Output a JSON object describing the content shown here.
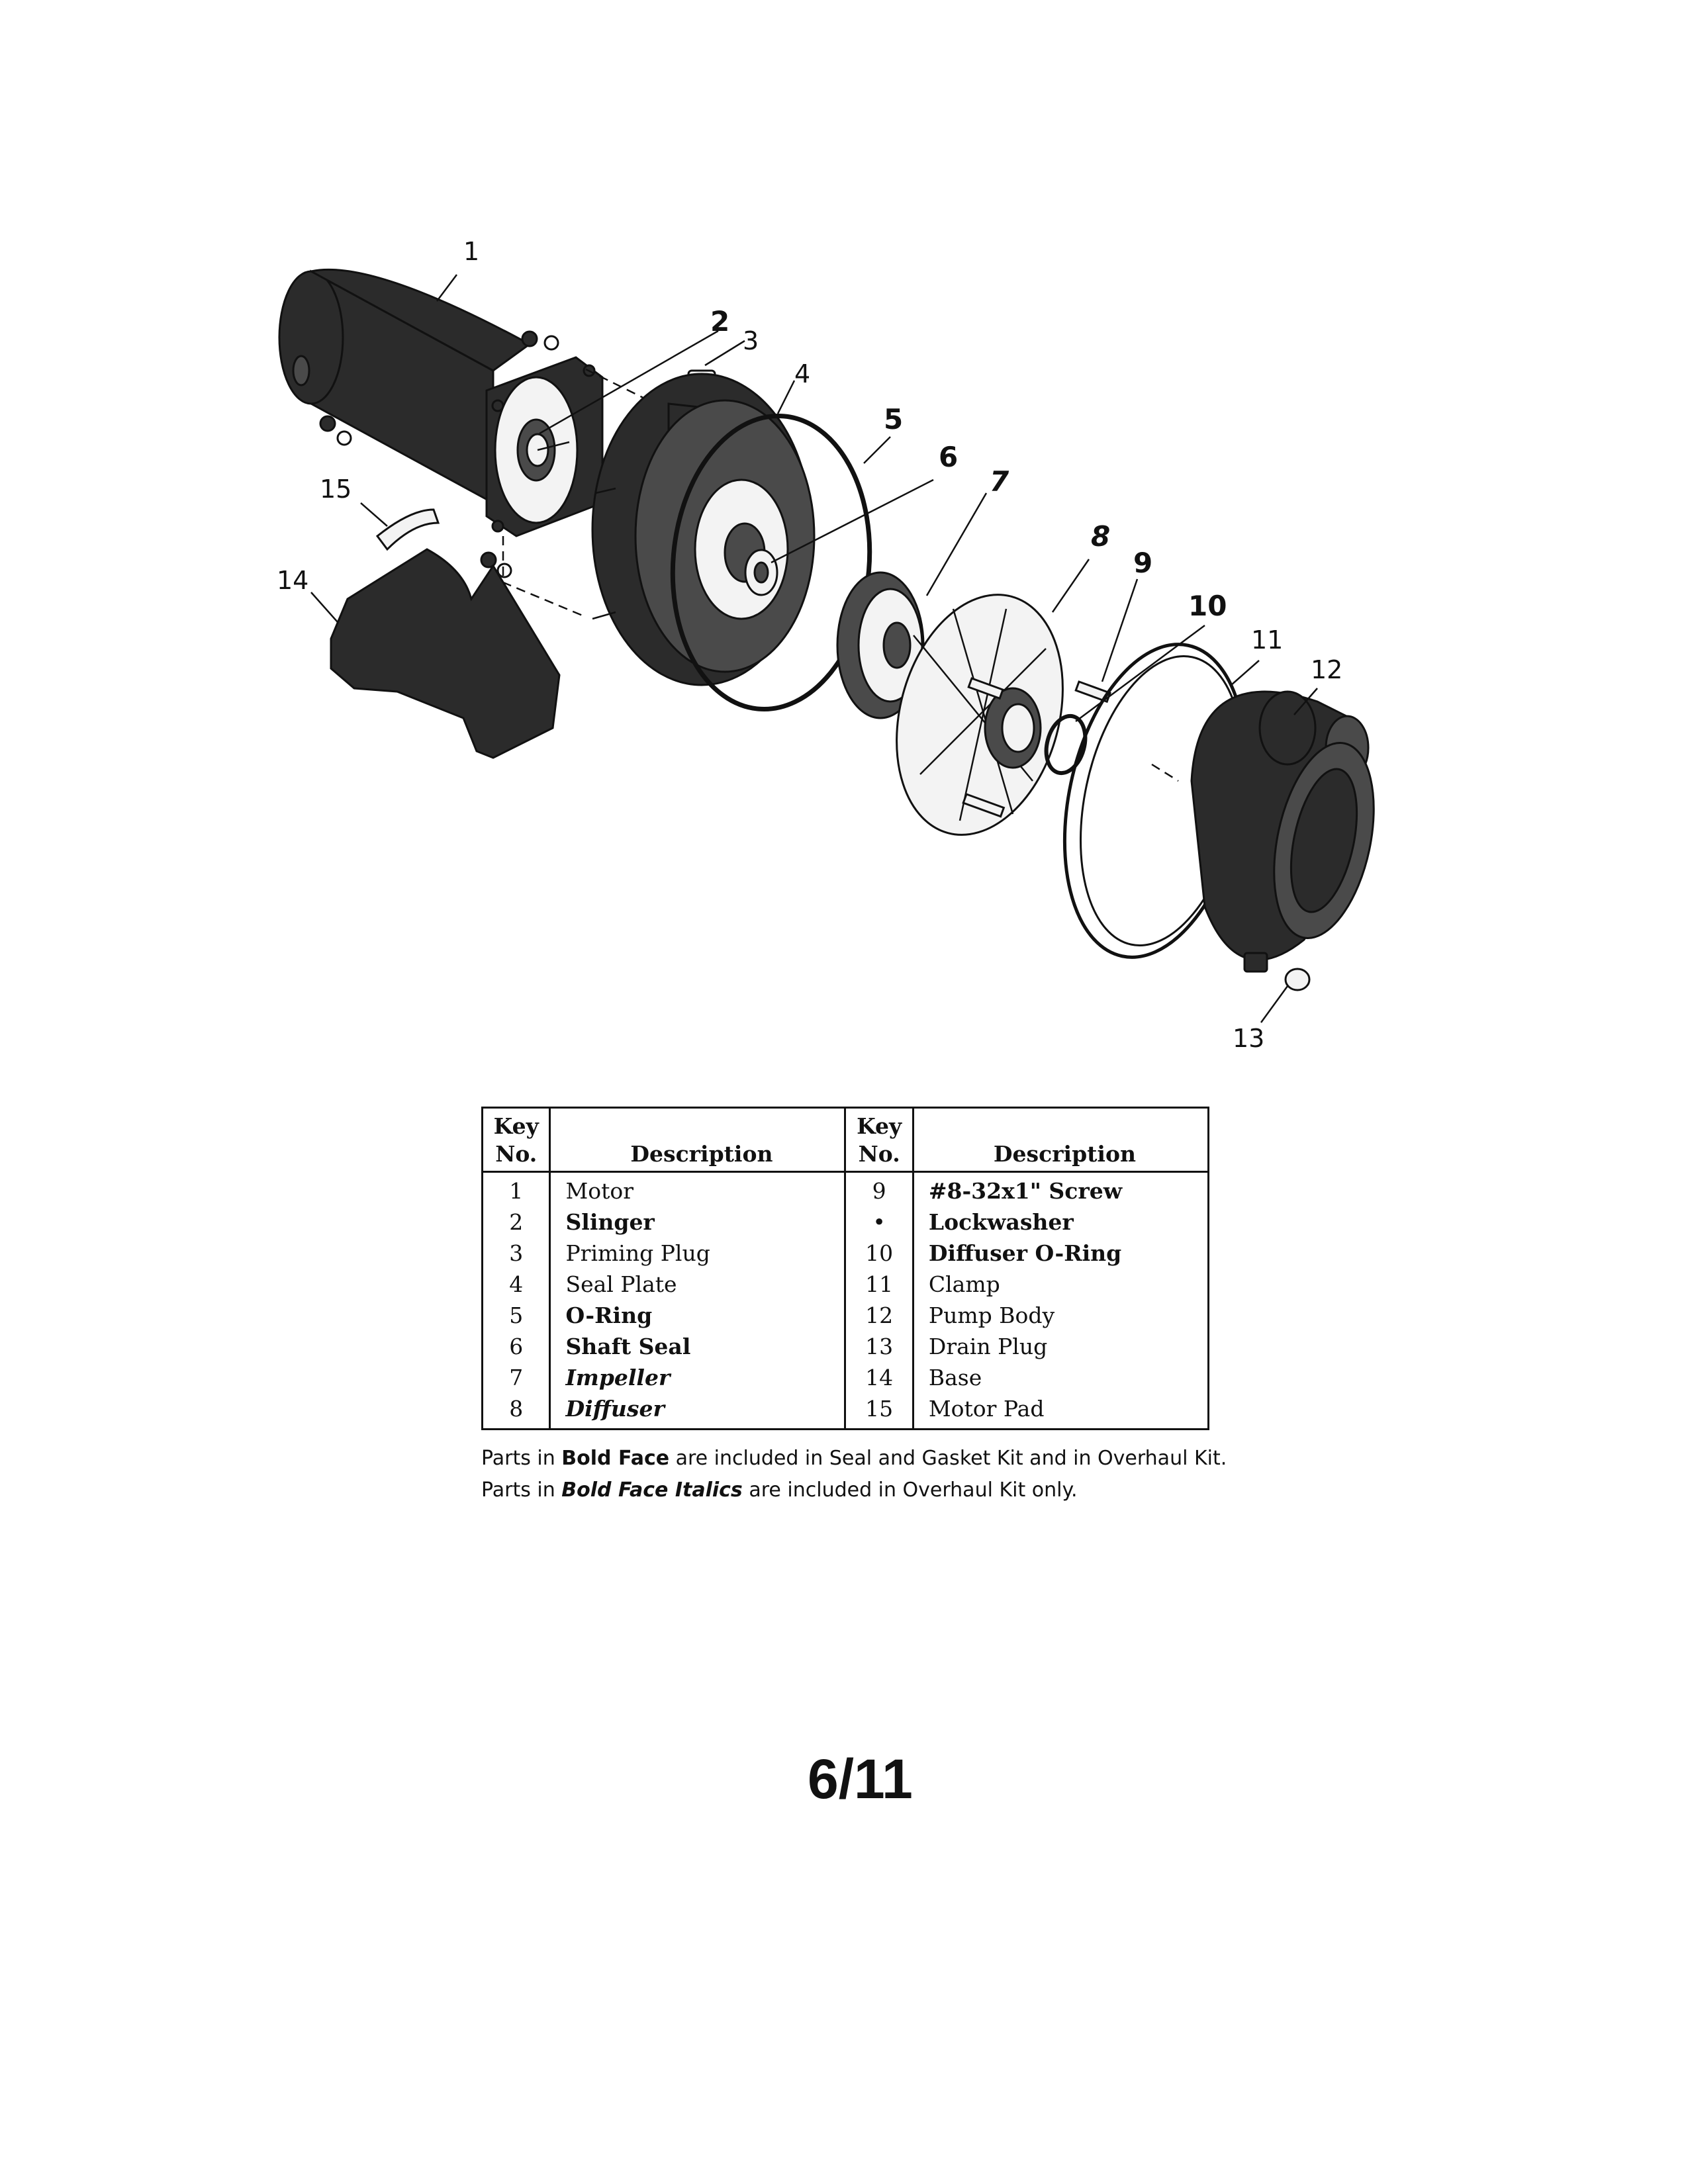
{
  "callouts": {
    "c1": "1",
    "c2": "2",
    "c3": "3",
    "c4": "4",
    "c5": "5",
    "c6": "6",
    "c7": "7",
    "c8": "8",
    "c9": "9",
    "c10": "10",
    "c11": "11",
    "c12": "12",
    "c13": "13",
    "c14": "14",
    "c15": "15"
  },
  "table": {
    "headers": {
      "key_no_line1": "Key",
      "key_no_line2": "No.",
      "description": "Description"
    },
    "rows": [
      {
        "left_key": "1",
        "left_desc": "Motor",
        "right_key": "9",
        "right_desc": "#8-32x1\" Screw"
      },
      {
        "left_key": "2",
        "left_desc": "Slinger",
        "right_key": "•",
        "right_desc": "Lockwasher"
      },
      {
        "left_key": "3",
        "left_desc": "Priming Plug",
        "right_key": "10",
        "right_desc": "Diffuser O-Ring"
      },
      {
        "left_key": "4",
        "left_desc": "Seal Plate",
        "right_key": "11",
        "right_desc": "Clamp"
      },
      {
        "left_key": "5",
        "left_desc": "O-Ring",
        "right_key": "12",
        "right_desc": "Pump Body"
      },
      {
        "left_key": "6",
        "left_desc": "Shaft Seal",
        "right_key": "13",
        "right_desc": "Drain Plug"
      },
      {
        "left_key": "7",
        "left_desc": "Impeller",
        "right_key": "14",
        "right_desc": "Base"
      },
      {
        "left_key": "8",
        "left_desc": "Diffuser",
        "right_key": "15",
        "right_desc": "Motor Pad"
      }
    ]
  },
  "notes": {
    "line1_prefix": "Parts in ",
    "line1_emph": "Bold Face",
    "line1_suffix": " are included in Seal and Gasket Kit and in Overhaul Kit.",
    "line2_prefix": "Parts in ",
    "line2_emph": "Bold Face Italics",
    "line2_suffix": " are included in Overhaul Kit only."
  },
  "page_number": "6/11"
}
